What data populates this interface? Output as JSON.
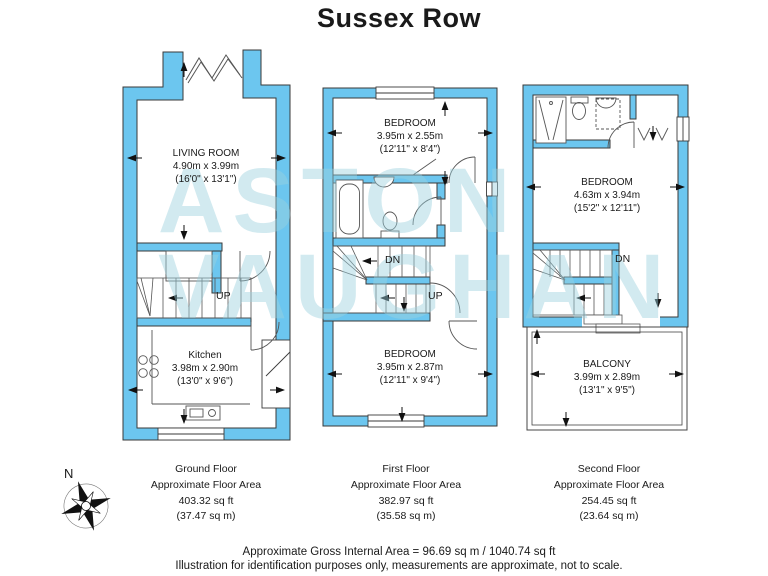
{
  "title": "Sussex Row",
  "watermark": {
    "line1": "ASTON",
    "line2": "VAUGHAN"
  },
  "compass": {
    "north_label": "N"
  },
  "colors": {
    "wall_fill": "#6CC6EF",
    "wall_outline": "#3A3A3A",
    "fixture_line": "#555555",
    "watermark": "rgba(156,209,221,0.45)"
  },
  "floors": [
    {
      "name": "Ground Floor",
      "rooms": [
        {
          "label": "LIVING ROOM",
          "metric": "4.90m x 3.99m",
          "imperial": "(16'0\" x 13'1\")"
        },
        {
          "label": "Kitchen",
          "metric": "3.98m x 2.90m",
          "imperial": "(13'0\" x 9'6\")"
        }
      ],
      "stair_labels": {
        "up": "UP"
      },
      "caption": [
        "Ground Floor",
        "Approximate Floor Area",
        "403.32 sq ft",
        "(37.47 sq m)"
      ]
    },
    {
      "name": "First Floor",
      "rooms": [
        {
          "label": "BEDROOM",
          "metric": "3.95m x 2.55m",
          "imperial": "(12'11\" x 8'4\")"
        },
        {
          "label": "BEDROOM",
          "metric": "3.95m x 2.87m",
          "imperial": "(12'11\" x 9'4\")"
        }
      ],
      "stair_labels": {
        "up": "UP",
        "down": "DN"
      },
      "caption": [
        "First Floor",
        "Approximate Floor Area",
        "382.97 sq ft",
        "(35.58 sq m)"
      ]
    },
    {
      "name": "Second Floor",
      "rooms": [
        {
          "label": "BEDROOM",
          "metric": "4.63m x 3.94m",
          "imperial": "(15'2\" x 12'11\")"
        },
        {
          "label": "BALCONY",
          "metric": "3.99m x 2.89m",
          "imperial": "(13'1\" x 9'5\")"
        }
      ],
      "stair_labels": {
        "down": "DN"
      },
      "caption": [
        "Second Floor",
        "Approximate Floor Area",
        "254.45 sq ft",
        "(23.64 sq m)"
      ]
    }
  ],
  "footer": {
    "line1": "Approximate Gross Internal Area = 96.69 sq m / 1040.74 sq ft",
    "line2": "Illustration for identification purposes only, measurements are approximate, not to scale."
  }
}
